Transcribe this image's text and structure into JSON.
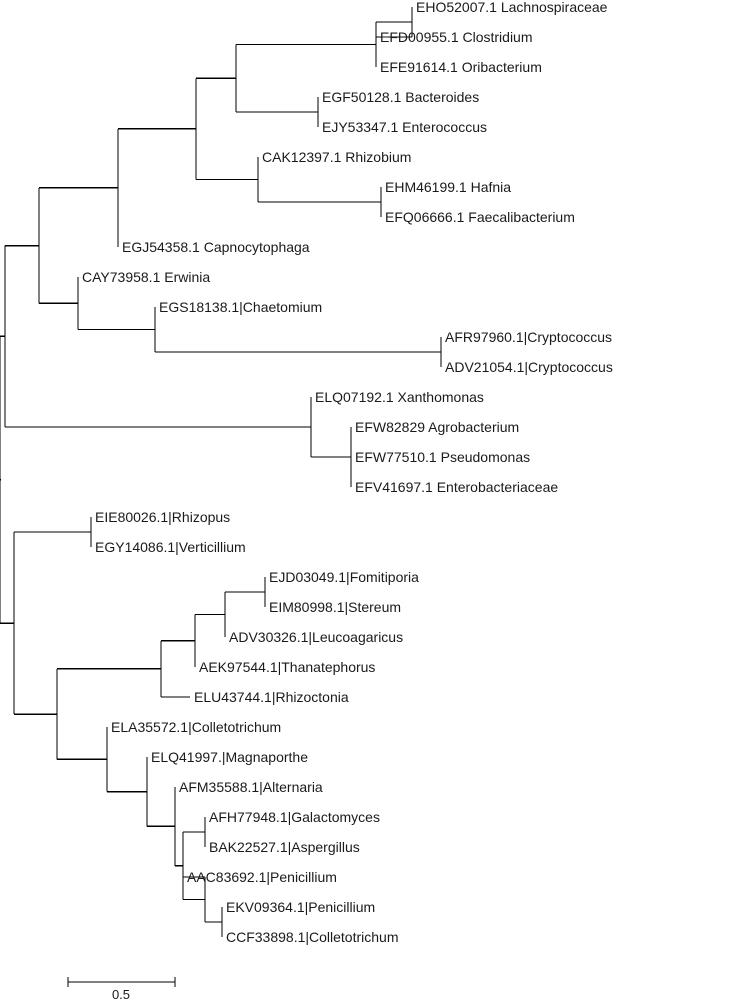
{
  "tree": {
    "leaves": [
      "EHO52007.1 Lachnospiraceae",
      "EFD00955.1 Clostridium",
      "EFE91614.1 Oribacterium",
      "EGF50128.1 Bacteroides",
      "EJY53347.1 Enterococcus",
      "CAK12397.1 Rhizobium",
      "EHM46199.1 Hafnia",
      "EFQ06666.1 Faecalibacterium",
      "EGJ54358.1 Capnocytophaga",
      "CAY73958.1 Erwinia",
      "EGS18138.1|Chaetomium",
      "AFR97960.1|Cryptococcus",
      "ADV21054.1|Cryptococcus",
      "ELQ07192.1 Xanthomonas",
      "EFW82829 Agrobacterium",
      "EFW77510.1 Pseudomonas",
      "EFV41697.1 Enterobacteriaceae",
      "EIE80026.1|Rhizopus",
      "EGY14086.1|Verticillium",
      "EJD03049.1|Fomitiporia",
      "EIM80998.1|Stereum",
      "ADV30326.1|Leucoagaricus",
      "AEK97544.1|Thanatephorus",
      "ELU43744.1|Rhizoctonia",
      "ELA35572.1|Colletotrichum",
      "ELQ41997.|Magnaporthe",
      "AFM35588.1|Alternaria",
      "AFH77948.1|Galactomyces",
      "BAK22527.1|Aspergillus",
      "AAC83692.1|Penicillium",
      "EKV09364.1|Penicillium",
      "CCF33898.1|Colletotrichum"
    ],
    "scale_bar_label": "0.5"
  }
}
